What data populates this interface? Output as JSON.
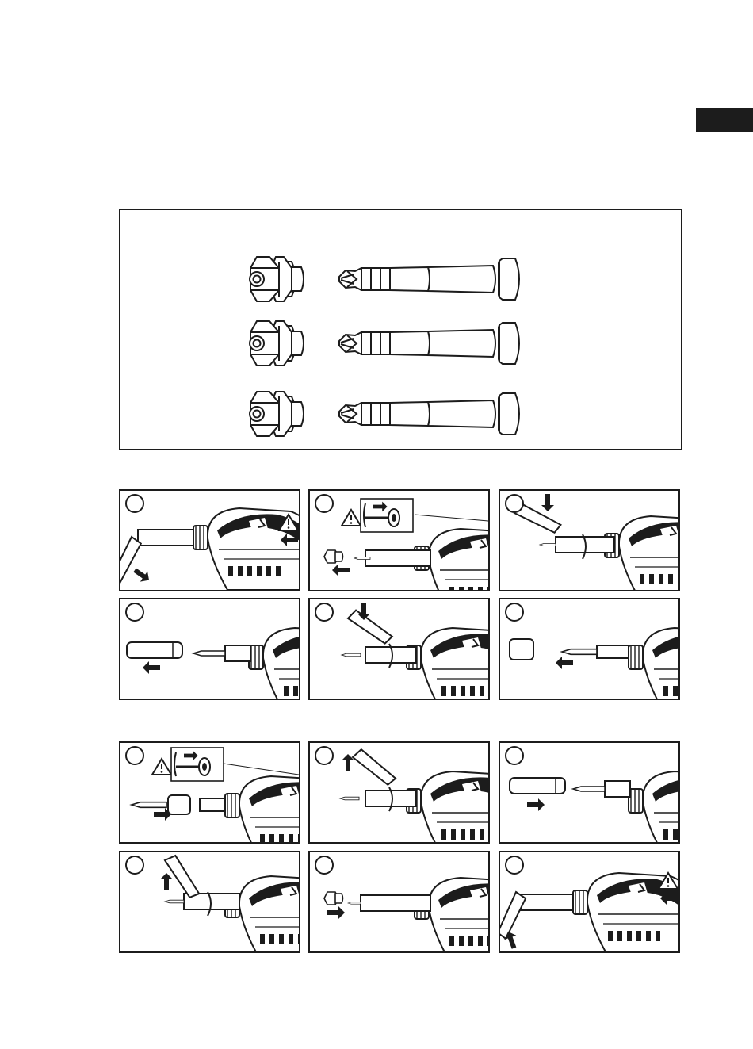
{
  "colors": {
    "ink": "#1c1c1c",
    "paper": "#ffffff",
    "tab": "#1c1c1c"
  },
  "top_figure": {
    "sets": 3,
    "items": [
      "double-hex-nut-icon",
      "driver-bit-icon"
    ]
  },
  "panels": [
    {
      "group": 1,
      "icon": "rotate-handle-down-icon",
      "warning": true
    },
    {
      "group": 1,
      "icon": "pull-nut-off-icon",
      "warning": true,
      "inset": true
    },
    {
      "group": 1,
      "icon": "press-handle-icon",
      "warning": false
    },
    {
      "group": 1,
      "icon": "pull-sleeve-off-icon",
      "warning": false
    },
    {
      "group": 1,
      "icon": "press-handle-icon",
      "warning": false
    },
    {
      "group": 1,
      "icon": "pull-cap-off-icon",
      "warning": false
    },
    {
      "group": 2,
      "icon": "push-cap-on-icon",
      "warning": true,
      "inset": true
    },
    {
      "group": 2,
      "icon": "lift-handle-icon",
      "warning": false
    },
    {
      "group": 2,
      "icon": "push-sleeve-on-icon",
      "warning": false
    },
    {
      "group": 2,
      "icon": "lift-handle-icon",
      "warning": false
    },
    {
      "group": 2,
      "icon": "push-nut-on-icon",
      "warning": false
    },
    {
      "group": 2,
      "icon": "rotate-handle-up-icon",
      "warning": true
    }
  ]
}
